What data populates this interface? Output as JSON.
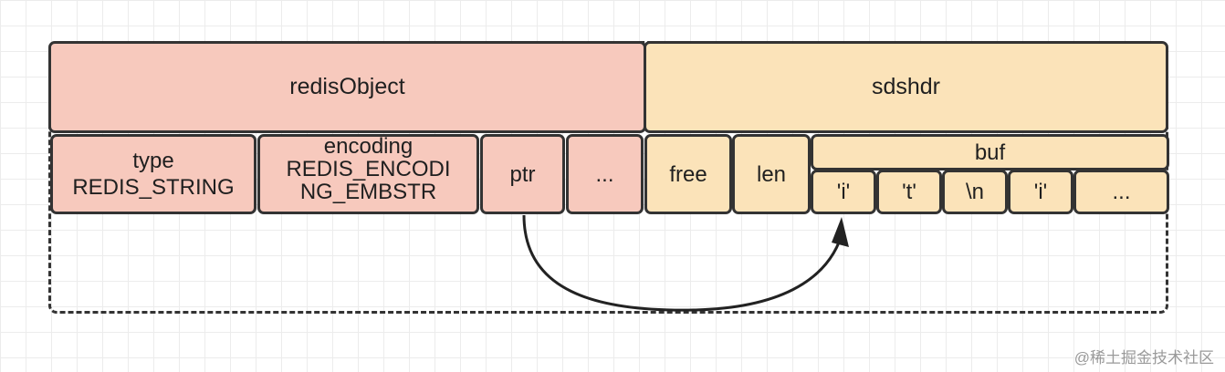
{
  "redis_object": {
    "title": "redisObject",
    "fields": {
      "type_label": "type",
      "type_value": "REDIS_STRING",
      "encoding_label": "encoding",
      "encoding_value_line1": "REDIS_ENCODI",
      "encoding_value_line2": "NG_EMBSTR",
      "ptr": "ptr",
      "ellipsis": "..."
    }
  },
  "sdshdr": {
    "title": "sdshdr",
    "free": "free",
    "len": "len",
    "buf": {
      "label": "buf",
      "cells": [
        "'i'",
        "'t'",
        "\\n",
        "'i'",
        "..."
      ]
    }
  },
  "watermark": "@稀土掘金技术社区",
  "colors": {
    "redis_object_fill": "#f7c9bd",
    "sdshdr_fill": "#fbe3b9",
    "stroke": "#333333"
  }
}
